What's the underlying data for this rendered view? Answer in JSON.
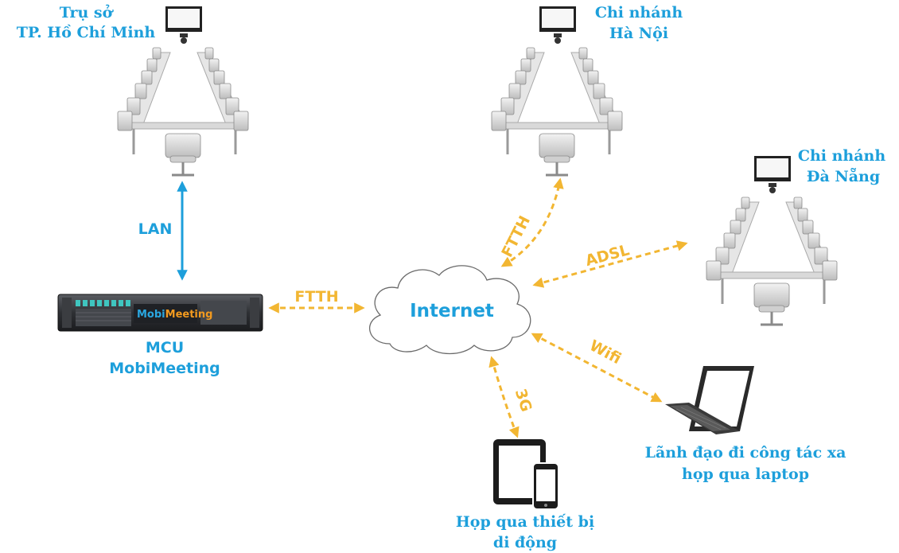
{
  "nodes": {
    "hq": {
      "line1": "Trụ sở",
      "line2": "TP. Hồ Chí Minh"
    },
    "hanoi": {
      "line1": "Chi nhánh",
      "line2": "Hà Nội"
    },
    "danang": {
      "line1": "Chi nhánh",
      "line2": "Đà Nẵng"
    },
    "mcu": {
      "line1": "MCU",
      "line2": "MobiMeeting"
    },
    "mobile": {
      "line1": "Họp qua thiết bị",
      "line2": "di động"
    },
    "laptop": {
      "line1": "Lãnh đạo đi công tác xa",
      "line2": "họp qua laptop"
    }
  },
  "cloud": {
    "label": "Internet"
  },
  "server_brand": {
    "part1": "Mobi",
    "part2": "Meeting"
  },
  "connections": {
    "lan": "LAN",
    "mcu_internet": "FTTH",
    "hanoi": "FTTH",
    "danang": "ADSL",
    "laptop": "Wifi",
    "mobile": "3G"
  },
  "colors": {
    "label_blue": "#1d9fdb",
    "link_orange": "#f2b632",
    "lan_blue": "#1d9fdb"
  }
}
